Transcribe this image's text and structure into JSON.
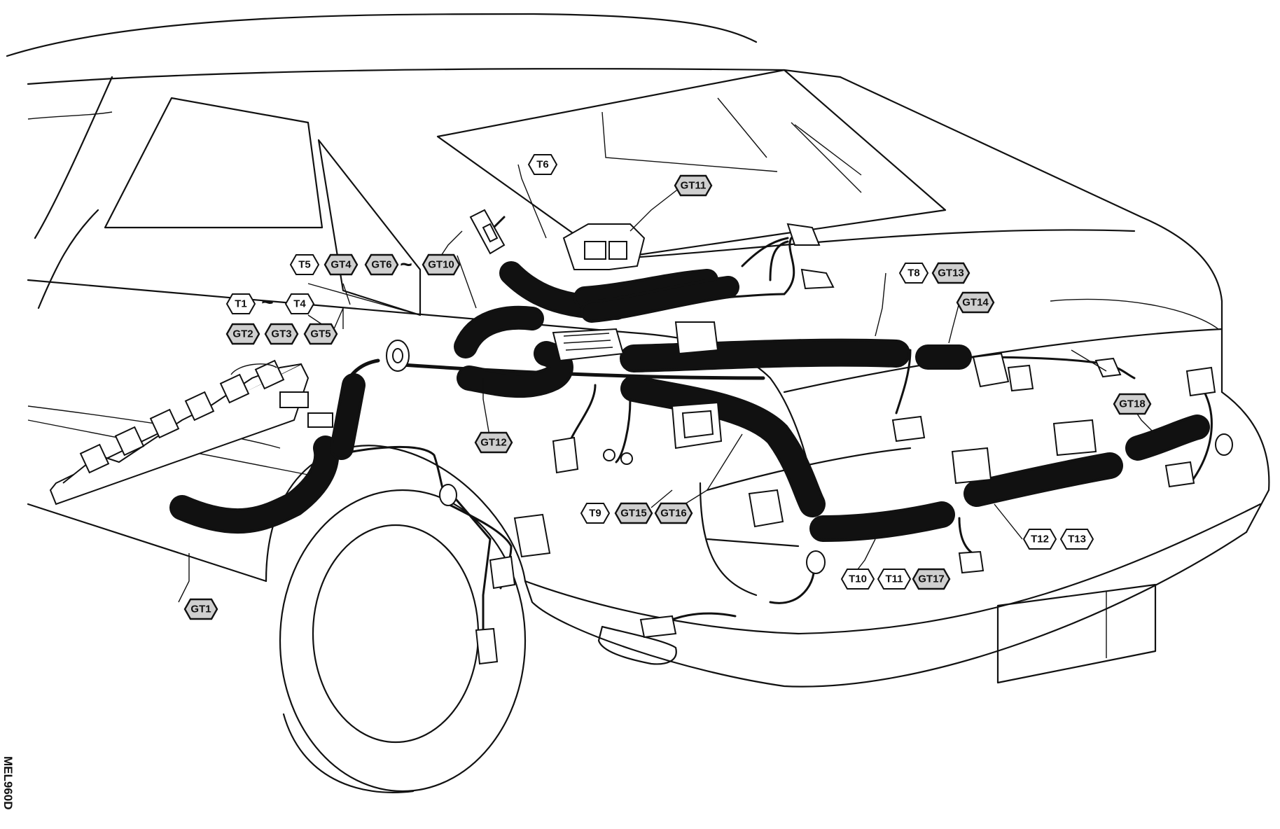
{
  "figure_code": "MEL960D",
  "tags": [
    {
      "id": "gt1",
      "text": "GT1",
      "style": "gt"
    },
    {
      "id": "gt2",
      "text": "GT2",
      "style": "gt"
    },
    {
      "id": "gt3",
      "text": "GT3",
      "style": "gt"
    },
    {
      "id": "gt5",
      "text": "GT5",
      "style": "gt"
    },
    {
      "id": "t1",
      "text": "T1",
      "style": "t"
    },
    {
      "id": "t4",
      "text": "T4",
      "style": "t"
    },
    {
      "id": "t5",
      "text": "T5",
      "style": "t"
    },
    {
      "id": "gt4",
      "text": "GT4",
      "style": "gt"
    },
    {
      "id": "gt6",
      "text": "GT6",
      "style": "gt"
    },
    {
      "id": "gt10",
      "text": "GT10",
      "style": "gt"
    },
    {
      "id": "t6",
      "text": "T6",
      "style": "t"
    },
    {
      "id": "gt11",
      "text": "GT11",
      "style": "gt"
    },
    {
      "id": "gt12",
      "text": "GT12",
      "style": "gt"
    },
    {
      "id": "t8",
      "text": "T8",
      "style": "t"
    },
    {
      "id": "gt13",
      "text": "GT13",
      "style": "gt"
    },
    {
      "id": "gt14",
      "text": "GT14",
      "style": "gt"
    },
    {
      "id": "t9",
      "text": "T9",
      "style": "t"
    },
    {
      "id": "gt15",
      "text": "GT15",
      "style": "gt"
    },
    {
      "id": "gt16",
      "text": "GT16",
      "style": "gt"
    },
    {
      "id": "t10",
      "text": "T10",
      "style": "t"
    },
    {
      "id": "t11",
      "text": "T11",
      "style": "t"
    },
    {
      "id": "gt17",
      "text": "GT17",
      "style": "gt"
    },
    {
      "id": "t12",
      "text": "T12",
      "style": "t"
    },
    {
      "id": "t13",
      "text": "T13",
      "style": "t"
    },
    {
      "id": "gt18",
      "text": "GT18",
      "style": "gt"
    }
  ],
  "range_marks": [
    "~",
    "~"
  ]
}
